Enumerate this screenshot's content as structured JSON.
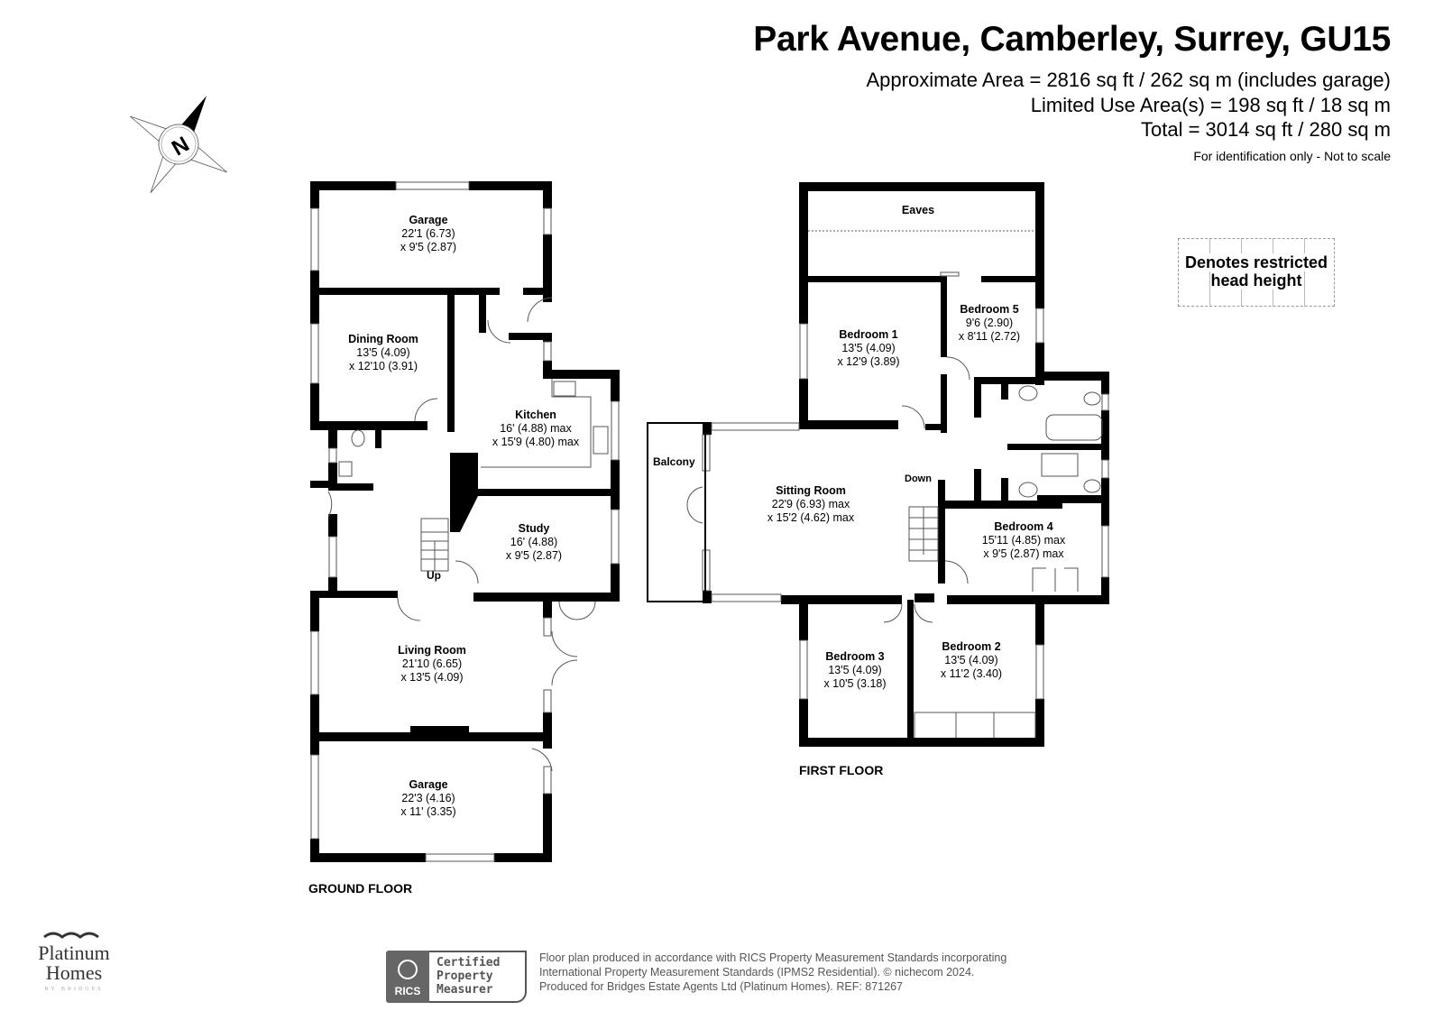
{
  "header": {
    "title": "Park Avenue, Camberley, Surrey, GU15",
    "approx_area": "Approximate Area = 2816 sq ft / 262 sq m (includes garage)",
    "limited_use": "Limited Use Area(s) = 198 sq ft / 18 sq m",
    "total": "Total = 3014 sq ft / 280 sq m",
    "note": "For identification only - Not to scale"
  },
  "compass": {
    "icon": "north-compass-icon",
    "letter": "N"
  },
  "legend": {
    "restricted_line1": "Denotes restricted",
    "restricted_line2": "head height"
  },
  "ground_floor": {
    "label": "GROUND FLOOR",
    "stairs_label": "Up",
    "rooms": [
      {
        "name": "Garage",
        "dim1": "22'1 (6.73)",
        "dim2": "x 9'5 (2.87)"
      },
      {
        "name": "Dining Room",
        "dim1": "13'5 (4.09)",
        "dim2": "x 12'10 (3.91)"
      },
      {
        "name": "Kitchen",
        "dim1": "16' (4.88) max",
        "dim2": "x 15'9 (4.80) max"
      },
      {
        "name": "Study",
        "dim1": "16' (4.88)",
        "dim2": "x 9'5 (2.87)"
      },
      {
        "name": "Living Room",
        "dim1": "21'10 (6.65)",
        "dim2": "x 13'5 (4.09)"
      },
      {
        "name": "Garage",
        "dim1": "22'3 (4.16)",
        "dim2": "x 11' (3.35)"
      }
    ]
  },
  "first_floor": {
    "label": "FIRST FLOOR",
    "stairs_label": "Down",
    "rooms": [
      {
        "name": "Eaves",
        "dim1": "",
        "dim2": ""
      },
      {
        "name": "Bedroom 1",
        "dim1": "13'5 (4.09)",
        "dim2": "x 12'9 (3.89)"
      },
      {
        "name": "Bedroom 5",
        "dim1": "9'6 (2.90)",
        "dim2": "x 8'11 (2.72)"
      },
      {
        "name": "Balcony",
        "dim1": "",
        "dim2": ""
      },
      {
        "name": "Sitting Room",
        "dim1": "22'9 (6.93) max",
        "dim2": "x 15'2 (4.62) max"
      },
      {
        "name": "Bedroom 4",
        "dim1": "15'11 (4.85) max",
        "dim2": "x 9'5 (2.87) max"
      },
      {
        "name": "Bedroom 3",
        "dim1": "13'5 (4.09)",
        "dim2": "x 10'5 (3.18)"
      },
      {
        "name": "Bedroom 2",
        "dim1": "13'5 (4.09)",
        "dim2": "x 11'2 (3.40)"
      }
    ]
  },
  "branding": {
    "agent_line1": "Platinum",
    "agent_line2": "Homes",
    "agent_line3": "BY BRIDGES",
    "rics_badge": "RICS",
    "cert_line1": "Certified",
    "cert_line2": "Property",
    "cert_line3": "Measurer"
  },
  "footer": {
    "line1": "Floor plan produced in accordance with RICS Property Measurement Standards incorporating",
    "line2": "International Property Measurement Standards (IPMS2 Residential).   © nichecom 2024.",
    "line3": "Produced for Bridges Estate Agents Ltd (Platinum Homes).   REF: 871267"
  }
}
